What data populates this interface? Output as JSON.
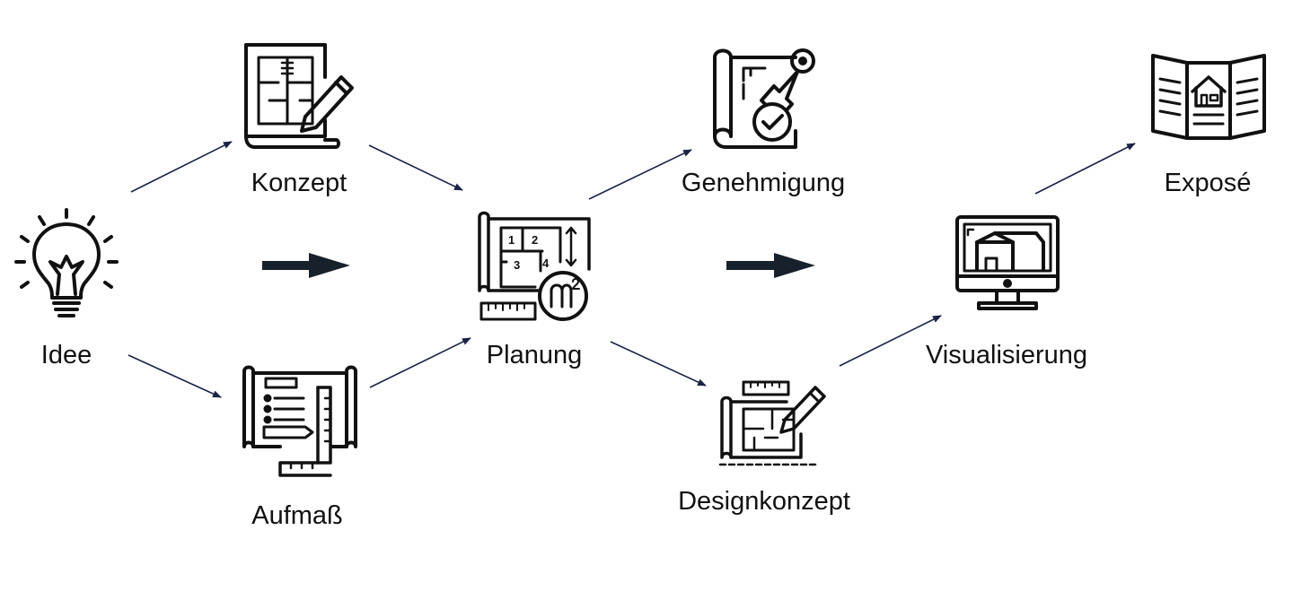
{
  "diagram": {
    "nodes": [
      {
        "id": "idee",
        "label": "Idee",
        "icon": "lightbulb-icon"
      },
      {
        "id": "konzept",
        "label": "Konzept",
        "icon": "floorplan-pencil-icon"
      },
      {
        "id": "aufmass",
        "label": "Aufmaß",
        "icon": "measurement-plan-icon"
      },
      {
        "id": "planung",
        "label": "Planung",
        "icon": "floorplan-area-icon"
      },
      {
        "id": "genehmigung",
        "label": "Genehmigung",
        "icon": "approval-stamp-icon"
      },
      {
        "id": "designkonzept",
        "label": "Designkonzept",
        "icon": "design-drawing-icon"
      },
      {
        "id": "visualisierung",
        "label": "Visualisierung",
        "icon": "monitor-house-icon"
      },
      {
        "id": "expose",
        "label": "Exposé",
        "icon": "brochure-house-icon"
      }
    ],
    "edges": [
      {
        "from": "idee",
        "to": "konzept"
      },
      {
        "from": "idee",
        "to": "aufmass"
      },
      {
        "from": "konzept",
        "to": "planung"
      },
      {
        "from": "aufmass",
        "to": "planung"
      },
      {
        "from": "planung",
        "to": "genehmigung"
      },
      {
        "from": "planung",
        "to": "designkonzept"
      },
      {
        "from": "designkonzept",
        "to": "visualisierung"
      },
      {
        "from": "visualisierung",
        "to": "expose"
      }
    ],
    "colors": {
      "thin_arrow": "#1a2346",
      "bold_arrow": "#17212b",
      "icon": "#111111"
    }
  }
}
